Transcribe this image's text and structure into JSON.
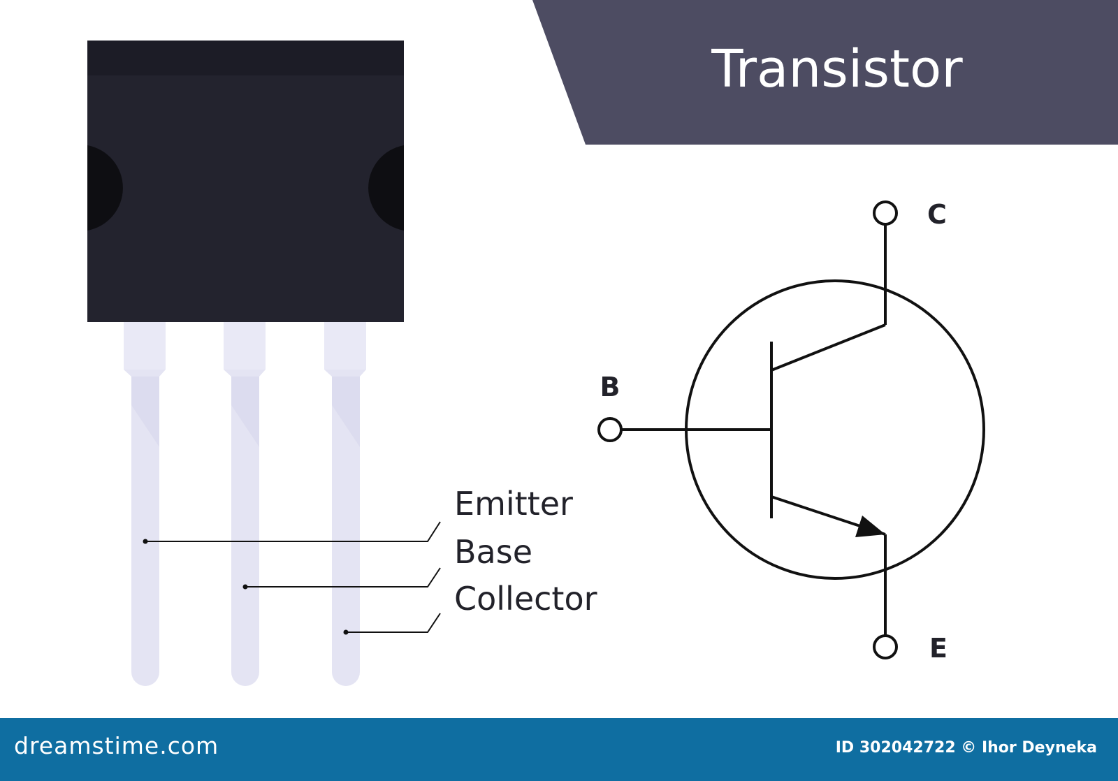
{
  "title": "Transistor",
  "pin_labels": {
    "emitter": "Emitter",
    "base": "Base",
    "collector": "Collector"
  },
  "symbol_terminals": {
    "collector": "C",
    "base": "B",
    "emitter": "E"
  },
  "footer": {
    "logo": "dreamstime.com",
    "credit": "ID 302042722 © Ihor Deyneka"
  },
  "colors": {
    "title_banner": "#4d4c62",
    "package_body": "#23232e",
    "package_top": "#1c1c26",
    "mounting_hole": "#0e0e12",
    "lead": "#e4e4f3",
    "lead_shade": "#d3d3ea",
    "line": "#111111",
    "footer": "#0f6ea1"
  }
}
